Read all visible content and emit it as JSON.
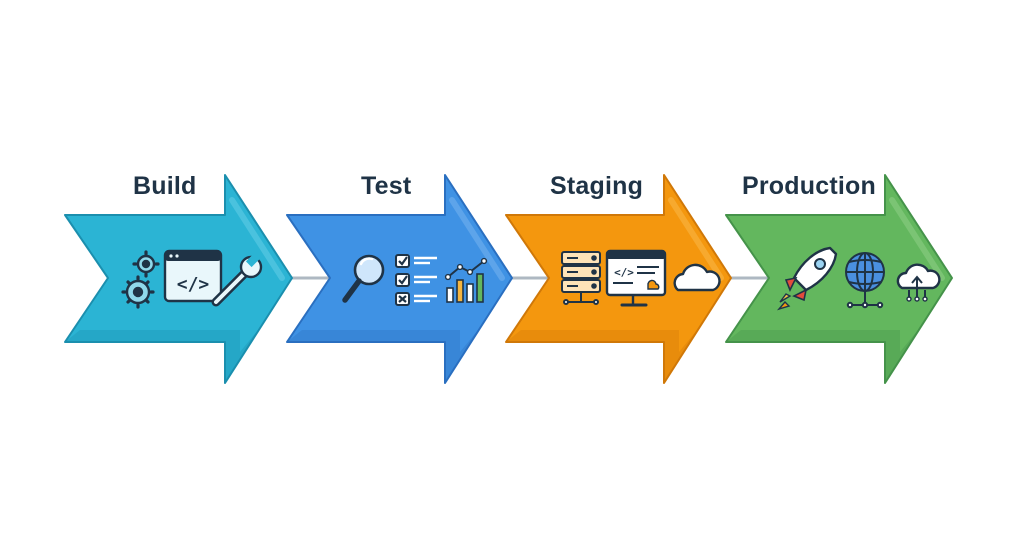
{
  "stages": [
    {
      "label": "Build",
      "color": "#2bb4d4",
      "dark": "#1b8fae",
      "light": "#5fcbe4",
      "icons": [
        "gears-icon",
        "code-window-icon",
        "wrench-icon"
      ]
    },
    {
      "label": "Test",
      "color": "#3f92e4",
      "dark": "#2a6fc0",
      "light": "#72b0ef",
      "icons": [
        "magnifier-icon",
        "checklist-icon",
        "bar-chart-icon"
      ]
    },
    {
      "label": "Staging",
      "color": "#f4970e",
      "dark": "#d07808",
      "light": "#f9b545",
      "icons": [
        "server-icon",
        "monitor-code-icon",
        "cloud-icon"
      ]
    },
    {
      "label": "Production",
      "color": "#63b75e",
      "dark": "#45934a",
      "light": "#8ccd84",
      "icons": [
        "rocket-icon",
        "globe-icon",
        "cloud-upload-icon"
      ]
    }
  ],
  "connector_color": "#aeb8c2"
}
